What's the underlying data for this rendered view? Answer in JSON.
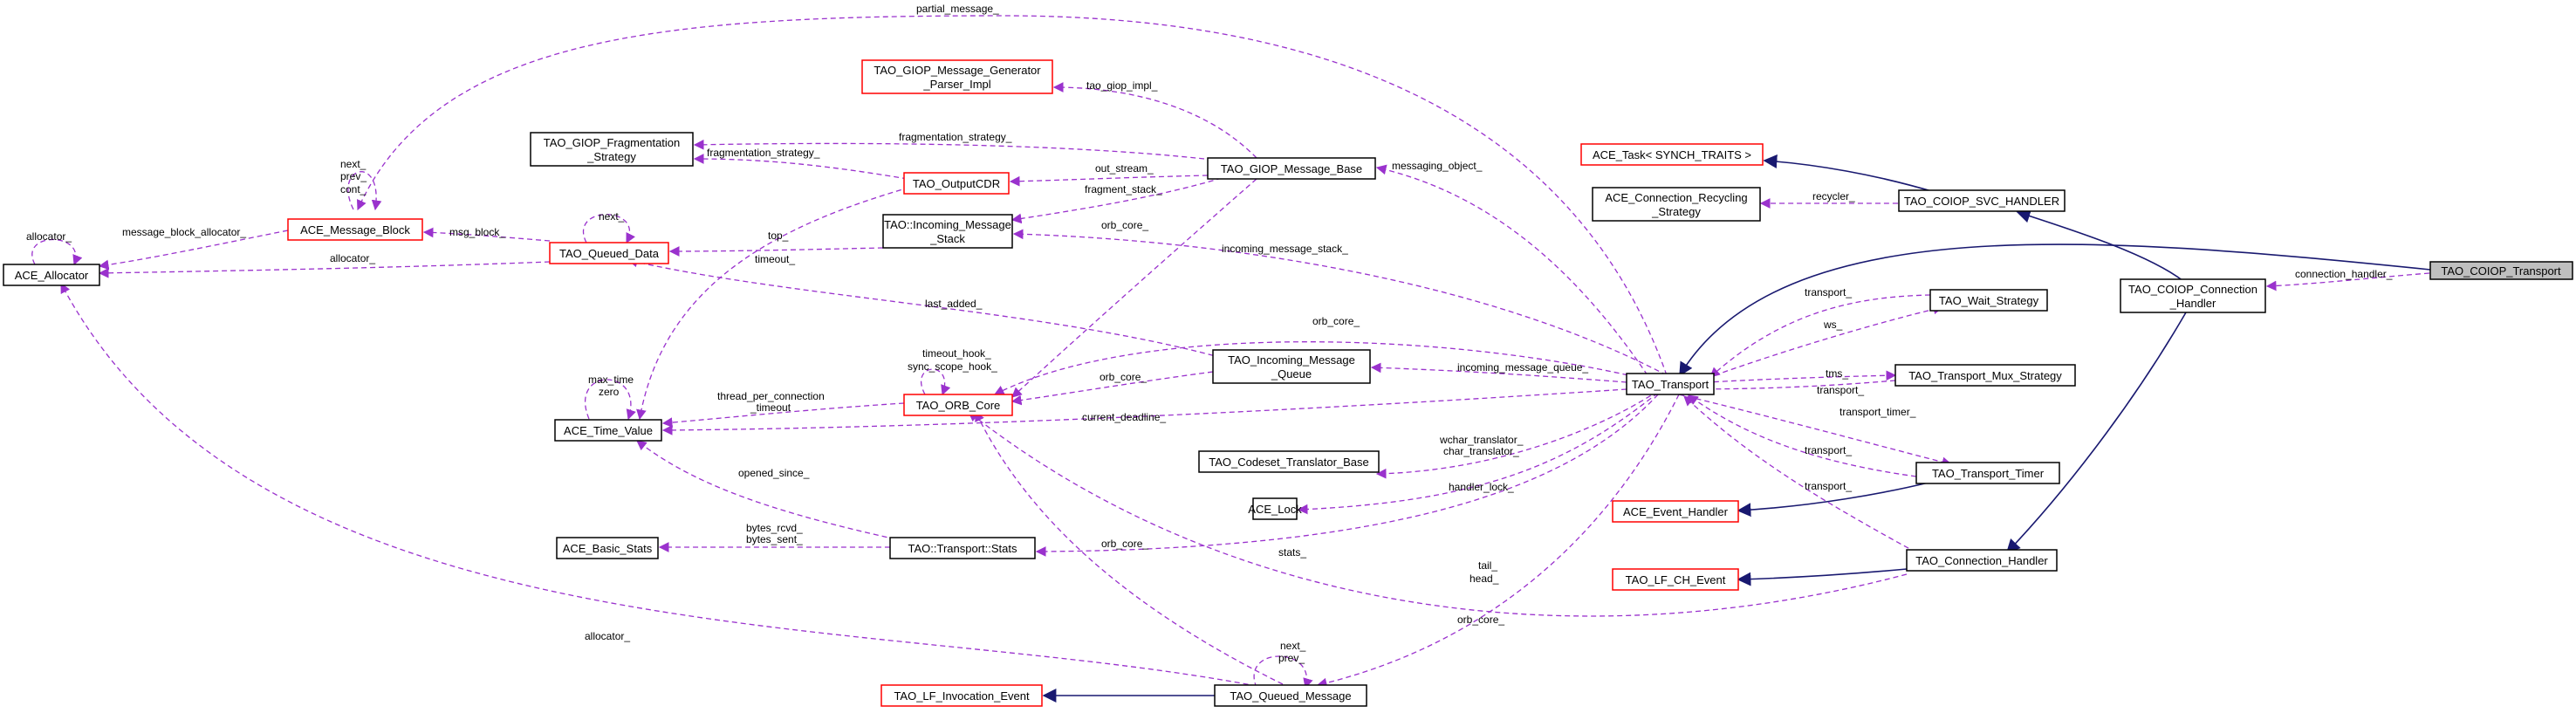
{
  "colors": {
    "usage_edge": "#9a32cd",
    "inheritance_edge": "#191970",
    "documented_border": "#000000",
    "undocumented_border": "#ff0000",
    "focus_fill": "#bfbfbf"
  },
  "nodes": {
    "tao_coiop_transport": "TAO_COIOP_Transport",
    "tao_coiop_connection_handler": [
      "TAO_COIOP_Connection",
      "_Handler"
    ],
    "tao_coiop_svc_handler": "TAO_COIOP_SVC_HANDLER",
    "ace_task": "ACE_Task< SYNCH_TRAITS >",
    "ace_connection_recycling_strategy": [
      "ACE_Connection_Recycling",
      "_Strategy"
    ],
    "tao_transport": "TAO_Transport",
    "tao_wait_strategy": "TAO_Wait_Strategy",
    "tao_transport_mux_strategy": "TAO_Transport_Mux_Strategy",
    "tao_transport_timer": "TAO_Transport_Timer",
    "ace_event_handler": "ACE_Event_Handler",
    "tao_connection_handler": "TAO_Connection_Handler",
    "tao_lf_ch_event": "TAO_LF_CH_Event",
    "tao_giop_message_generator_parser_impl": [
      "TAO_GIOP_Message_Generator",
      "_Parser_Impl"
    ],
    "tao_giop_message_base": "TAO_GIOP_Message_Base",
    "tao_giop_fragmentation_strategy": [
      "TAO_GIOP_Fragmentation",
      "_Strategy"
    ],
    "tao_outputcdr": "TAO_OutputCDR",
    "tao_incoming_message_stack": [
      "TAO::Incoming_Message",
      "_Stack"
    ],
    "ace_message_block": "ACE_Message_Block",
    "tao_queued_data": "TAO_Queued_Data",
    "ace_allocator": "ACE_Allocator",
    "tao_incoming_message_queue": [
      "TAO_Incoming_Message",
      "_Queue"
    ],
    "tao_orb_core": "TAO_ORB_Core",
    "ace_time_value": "ACE_Time_Value",
    "tao_codeset_translator_base": "TAO_Codeset_Translator_Base",
    "ace_lock": "ACE_Lock",
    "ace_basic_stats": "ACE_Basic_Stats",
    "tao_transport_stats": "TAO::Transport::Stats",
    "tao_lf_invocation_event": "TAO_LF_Invocation_Event",
    "tao_queued_message": "TAO_Queued_Message"
  },
  "edge_labels": {
    "partial_message": "partial_message_",
    "tao_giop_impl": "tao_giop_impl_",
    "fragmentation_strategy_top": "fragmentation_strategy_",
    "fragmentation_strategy_cdr": "fragmentation_strategy_",
    "messaging_object": "messaging_object_",
    "out_stream": "out_stream_",
    "fragment_stack": "fragment_stack_",
    "next_prev_cont": [
      "next_",
      "prev_",
      "cont_"
    ],
    "message_block_allocator": "message_block_allocator_",
    "msg_block": "msg_block_",
    "allocator_self": "allocator_",
    "allocator_qd": "allocator_",
    "next_qd": "next_",
    "top": "top_",
    "orb_core_stack": "orb_core_",
    "timeout": "timeout_",
    "incoming_message_stack": "incoming_message_stack_",
    "last_added": "last_added_",
    "timeout_hook": [
      "timeout_hook_",
      "sync_scope_hook_"
    ],
    "orb_core_transport": "orb_core_",
    "orb_core_queue": "orb_core_",
    "incoming_message_queue": "incoming_message_queue_",
    "max_time_zero": [
      "max_time",
      "zero"
    ],
    "thread_per_connection_timeout": [
      "thread_per_connection",
      "_timeout"
    ],
    "current_deadline": "current_deadline_",
    "wchar_translator": [
      "wchar_translator_",
      "char_translator_"
    ],
    "handler_lock": "handler_lock_",
    "opened_since": "opened_since_",
    "bytes_rcvd_sent": [
      "bytes_rcvd_",
      "bytes_sent_"
    ],
    "orb_core_stats": "orb_core_",
    "stats": "stats_",
    "tail_head": [
      "tail_",
      "head_"
    ],
    "orb_core_handler": "orb_core_",
    "allocator_queued": "allocator_",
    "next_prev_queued": [
      "next_",
      "prev_"
    ],
    "recycler": "recycler_",
    "connection_handler": "connection_handler_",
    "transport_wait": "transport_",
    "ws": "ws_",
    "tms": "tms_",
    "transport_mux": "transport_",
    "transport_timer": "transport_timer_",
    "transport_from_timer": "transport_",
    "transport_from_handler": "transport_"
  }
}
